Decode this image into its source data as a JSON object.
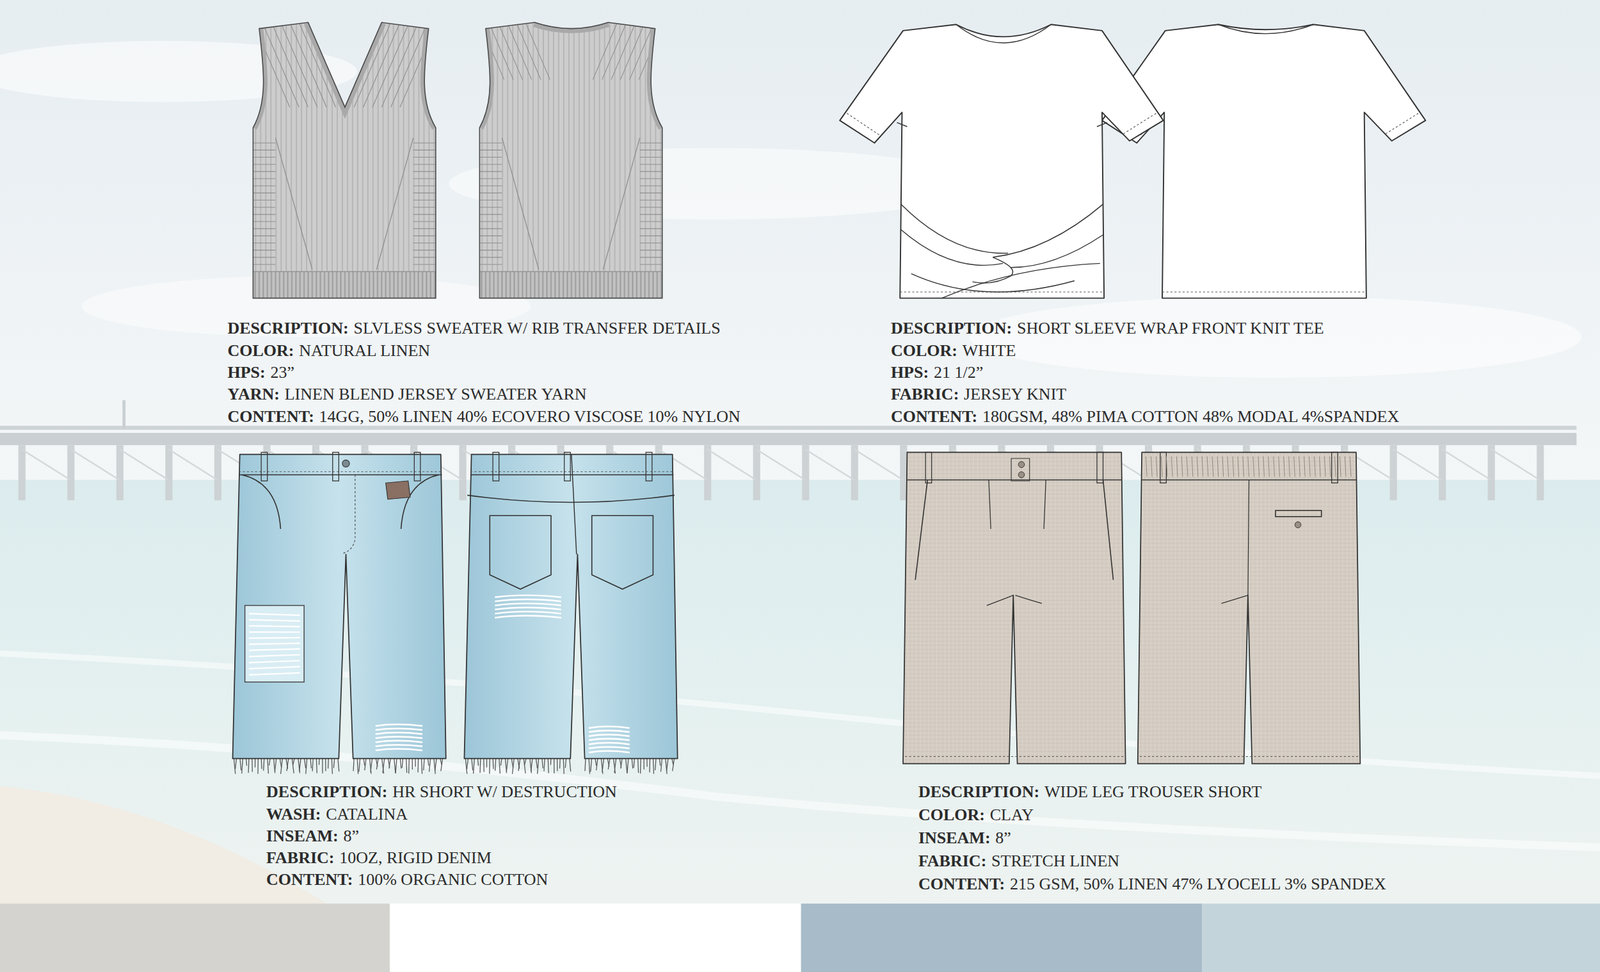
{
  "diagram": {
    "labels": [
      "DESCRIPTION:",
      "SLVLESS SWEATER W/ RIB TRANSFER DETAILS",
      "COLOR:",
      "NATURAL LINEN",
      "HPS:",
      "23”",
      "YARN:",
      "LINEN BLEND JERSEY SWEATER YARN",
      "CONTENT:",
      "14GG, 50% LINEN 40% ECOVERO VISCOSE 10% NYLON",
      "DESCRIPTION:",
      "SHORT SLEEVE WRAP FRONT KNIT TEE",
      "COLOR:",
      "WHITE",
      "HPS:",
      "21 1/2”",
      "FABRIC:",
      "JERSEY KNIT",
      "CONTENT:",
      "180GSM, 48% PIMA COTTON 48% MODAL 4%SPANDEX",
      "DESCRIPTION:",
      "HR SHORT W/ DESTRUCTION",
      "WASH:",
      "CATALINA",
      "INSEAM:",
      "8”",
      "FABRIC:",
      "10OZ, RIGID DENIM",
      "CONTENT:",
      "100% ORGANIC COTTON",
      "DESCRIPTION:",
      "WIDE LEG TROUSER SHORT",
      "COLOR:",
      "CLAY",
      "INSEAM:",
      "8”",
      "FABRIC:",
      "STRETCH LINEN",
      "CONTENT:",
      "215 GSM, 50% LINEN 47% LYOCELL 3% SPANDEX"
    ]
  }
}
